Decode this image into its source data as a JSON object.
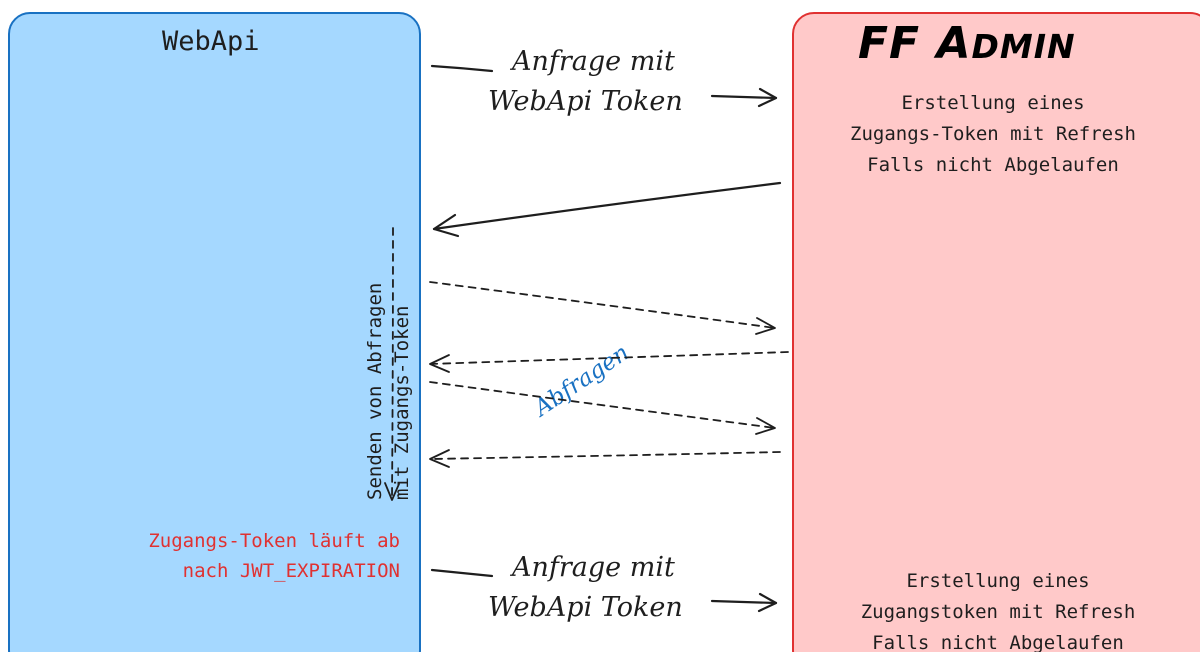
{
  "webapi": {
    "title": "WebApi",
    "expiry_line1": "Zugangs-Token läuft ab",
    "expiry_line2": "nach JWT_EXPIRATION",
    "send_label_line1": "Senden von Abfragen",
    "send_label_line2": "mit Zugangs-Token"
  },
  "admin": {
    "title_ff": "FF ",
    "title_a": "A",
    "title_rest": "DMIN",
    "text1_line1": "Erstellung eines",
    "text1_line2": "Zugangs-Token mit Refresh",
    "text1_line3": "Falls nicht Abgelaufen",
    "text2_line1": "Erstellung eines",
    "text2_line2": "Zugangstoken mit Refresh",
    "text2_line3": "Falls nicht Abgelaufen"
  },
  "arrows": {
    "request1_line1": "Anfrage mit",
    "request1_line2": "WebApi Token",
    "request2_line1": "Anfrage mit",
    "request2_line2": "WebApi Token",
    "queries_label": "Abfragen"
  },
  "colors": {
    "webapi_fill": "#a5d8ff",
    "webapi_stroke": "#1971c2",
    "admin_fill": "#ffc9c9",
    "admin_stroke": "#e03131",
    "expiry_text": "#e03131",
    "queries_label": "#1971c2"
  }
}
